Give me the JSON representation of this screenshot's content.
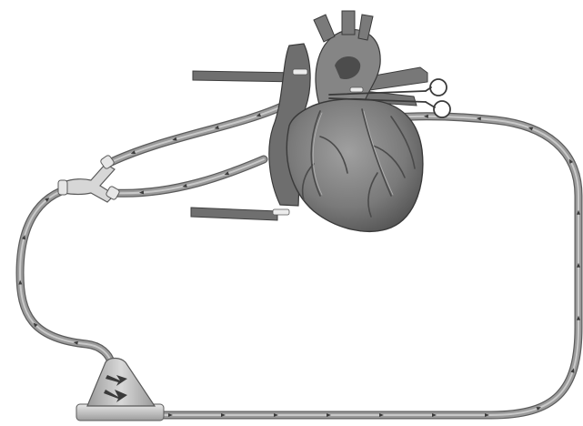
{
  "figure": {
    "subject": "heart-bypass-circuit",
    "labels": [],
    "colors": {
      "background": "#ffffff",
      "tube_outer": "#5c5c5c",
      "tube_inner": "#9a9a9a",
      "tube_highlight": "#c9c9c9",
      "heart_fill": "#7d7d7d",
      "heart_dark": "#4a4a4a",
      "heart_light": "#a8a8a8",
      "vessel_fill": "#6f6f6f",
      "pump_fill": "#bdbdbd",
      "pump_base": "#d9d9d9",
      "arrow": "#3a3a3a",
      "ligature": "#e6e6e6"
    },
    "icons": [
      "heart",
      "roller-pump",
      "y-connector",
      "surgical-clamp",
      "flow-arrow"
    ]
  }
}
